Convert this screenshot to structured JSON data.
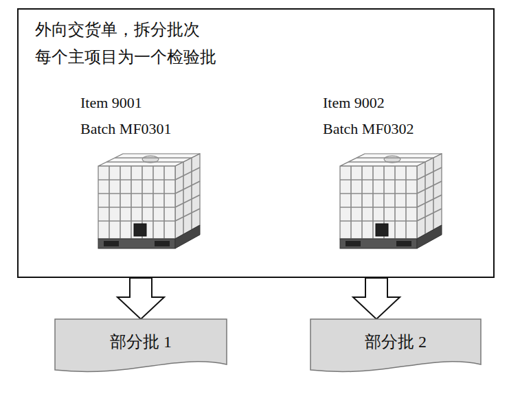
{
  "diagram": {
    "nodes": [
      {
        "text": [
          "外向交货单，拆分批次",
          "每个主项目为一个检验批"
        ]
      },
      {
        "text": [
          "部分批 1"
        ]
      },
      {
        "text": [
          "部分批 2"
        ]
      }
    ],
    "edges": [
      {
        "from": 0,
        "to": 1,
        "arrow": "to"
      },
      {
        "from": 0,
        "to": 2,
        "arrow": "to"
      }
    ],
    "labels": [
      "Item 9001",
      "Batch MF0301",
      "Item 9002",
      "Batch MF0302"
    ]
  }
}
